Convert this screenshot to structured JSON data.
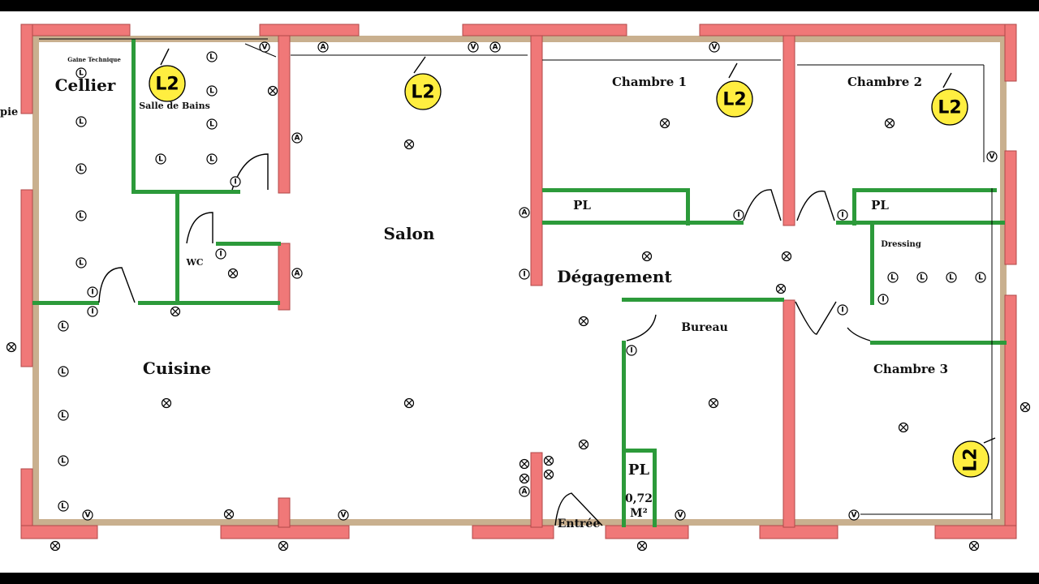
{
  "rooms": {
    "cellier": "Cellier",
    "gaine": "Gaine Technique",
    "sdb": "Salle de Bains",
    "salon": "Salon",
    "chambre1": "Chambre 1",
    "chambre2": "Chambre 2",
    "chambre3": "Chambre 3",
    "wc": "WC",
    "cuisine": "Cuisine",
    "degagement": "Dégagement",
    "bureau": "Bureau",
    "dressing": "Dressing",
    "entree": "Entrée",
    "pl1": "PL",
    "pl2": "PL",
    "pl3": "PL",
    "pl3_area": "0,72",
    "pl3_unit": "M²",
    "edge_left": "pie"
  },
  "bubbles": [
    "L2",
    "L2",
    "L2",
    "L2",
    "L2"
  ],
  "symbols": {
    "L": "L",
    "V": "V",
    "A": "A",
    "I": "I"
  },
  "colors": {
    "exterior_wall": "#f07878",
    "interior_wall": "#2c9a3a",
    "bubble": "#ffee40"
  }
}
